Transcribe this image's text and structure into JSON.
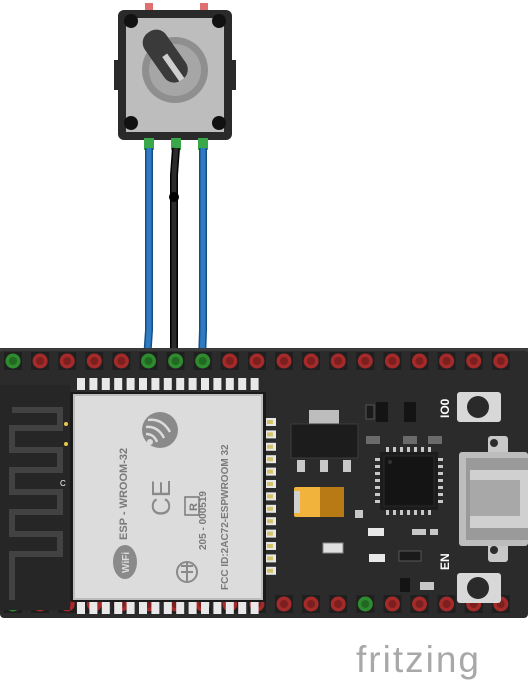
{
  "module": {
    "name_line": "ESP - WROOM-32",
    "fcc_line": "FCC ID:2AC72-ESPWROOM 32",
    "cert_line": "205 - 000519",
    "r_mark": "R",
    "ce_mark": "CE",
    "wifi_mark": "WiFi"
  },
  "board": {
    "antenna_label": "C",
    "button_io0": "IO0",
    "button_en": "EN"
  },
  "watermark": "fritzing",
  "colors": {
    "board": "#2b2b2b",
    "module": "#dcdcdc",
    "wire_signal": "#2e7bc4",
    "wire_ground": "#111111",
    "pin_red": "#a52a2a",
    "pin_green": "#2e8b2e"
  },
  "wires": [
    {
      "name": "wire-left-pin",
      "color": "blue"
    },
    {
      "name": "wire-middle-pin",
      "color": "black"
    },
    {
      "name": "wire-right-pin",
      "color": "blue"
    }
  ],
  "potentiometer": {
    "pins": 3
  }
}
